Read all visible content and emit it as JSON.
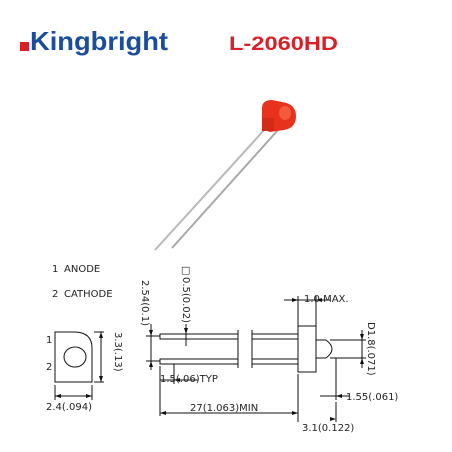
{
  "header": {
    "brand": "Kingbright",
    "part_number": "L-2060HD",
    "brand_color": "#1a4d9e",
    "accent_color": "#d92027",
    "logo_mark_color": "#d92027"
  },
  "product_photo": {
    "led_color": "#e8321e",
    "lead_color": "#b8b8b8"
  },
  "pin_legend": [
    {
      "number": "1",
      "name": "ANODE"
    },
    {
      "number": "2",
      "name": "CATHODE"
    }
  ],
  "front_view": {
    "pin_labels": [
      "1",
      "2"
    ],
    "width_dim": "2.4(.094)",
    "height_dim": "3.3(.13)"
  },
  "side_view": {
    "pin_pitch_dim": "2.54(0.1)",
    "lead_square_dim": "0.5(0.02)",
    "lead_square_symbol": "□",
    "body_length_dim": "1.0  MAX.",
    "lens_dia_dim": "D1.8(.071)",
    "lead_offset_dim": "1.5(.06)TYP",
    "lead_length_dim": "27(1.063)MIN",
    "lens_length_dim": "1.55(.061)",
    "body_total_dim": "3.1(0.122)"
  }
}
